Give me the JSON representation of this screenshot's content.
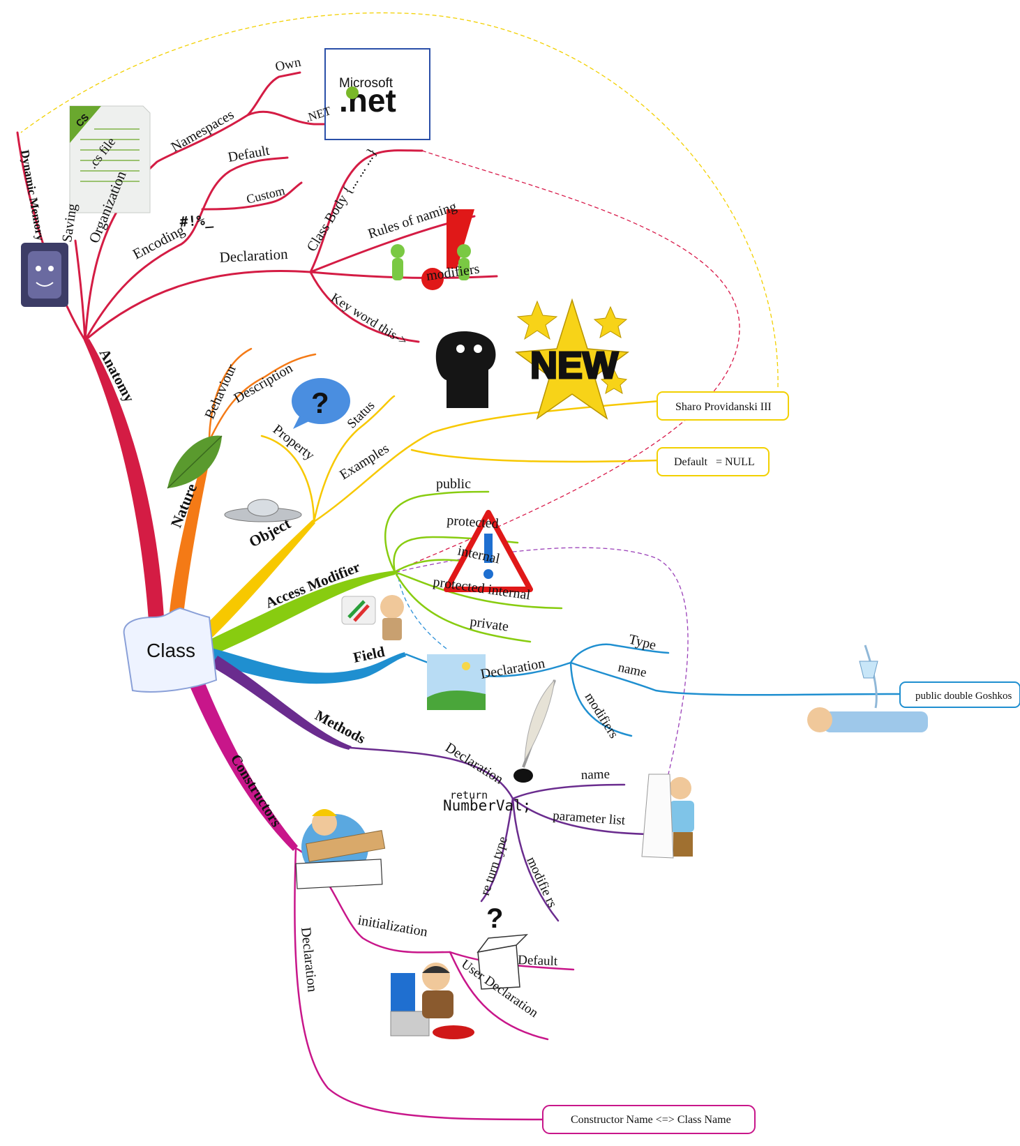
{
  "center": {
    "label": "Class"
  },
  "colors": {
    "anatomy": "#d41c44",
    "nature": "#f47a16",
    "object": "#f7c800",
    "access": "#88cc10",
    "field": "#1f8fd0",
    "methods": "#6a2c8e",
    "constructors": "#c8168a",
    "link_yellow": "#f2d000",
    "link_red": "#d81a4a",
    "link_purple": "#9a3fb8",
    "link_blue": "#2a8fd8"
  },
  "branches": {
    "anatomy": {
      "label": "Anatomy",
      "dynamic_memory": "Dynamic Memory",
      "saving": "Saving",
      "organization": "Organization",
      "cs_file": ".cs file",
      "namespaces": "Namespaces",
      "ns_own": "Own",
      "ns_net": ".NET",
      "encoding": "Encoding",
      "encoding_symbols": "#!%_",
      "enc_default": "Default",
      "enc_custom": "Custom",
      "declaration": "Declaration",
      "class_body": "Class Body {... ... ...}",
      "rules_naming": "Rules of naming",
      "modifiers": "modifiers",
      "keyword_this": "Key word this->"
    },
    "nature": {
      "label": "Nature",
      "behaviour": "Behaviour",
      "description": "Description"
    },
    "object": {
      "label": "Object",
      "property": "Property",
      "status": "Status",
      "examples": "Examples",
      "example_box": "Sharo Providanski III",
      "default_box": "Default   = NULL"
    },
    "access": {
      "label": "Access Modifier",
      "items": [
        "public",
        "protected",
        "internal",
        "protected internal",
        "private"
      ]
    },
    "field": {
      "label": "Field",
      "declaration": "Declaration",
      "type": "Type",
      "name": "name",
      "modifiers": "modifiers",
      "example_box": "public double Goshkos"
    },
    "methods": {
      "label": "Methods",
      "declaration": "Declaration",
      "code_return": "return",
      "code_value": "NumberVal;",
      "name": "name",
      "parameter_list": "parameter list",
      "return_type": "re turn type",
      "modifiers": "modifie rs"
    },
    "constructors": {
      "label": "Constructors",
      "declaration": "Declaration",
      "initialization": "initialization",
      "default": "Default",
      "user_declaration": "User Declaration",
      "name_box": "Constructor Name <=> Class Name"
    }
  },
  "images": {
    "net_logo_top": "Microsoft",
    "net_logo_main": ".net",
    "cs_tag": "CS",
    "new_badge": "NEW"
  }
}
